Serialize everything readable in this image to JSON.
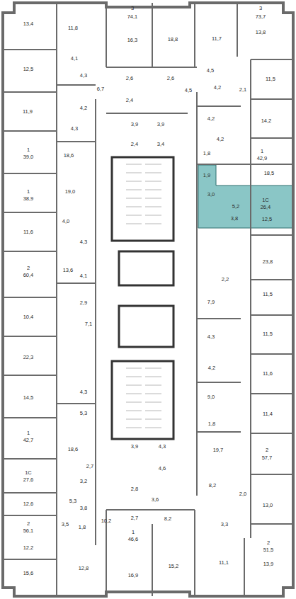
{
  "diagram": {
    "labels": [
      "13,4",
      "11,8",
      "3",
      "74,1",
      "16,3",
      "18,8",
      "11,7",
      "3",
      "73,7",
      "13,8",
      "4,1",
      "4,5",
      "11,5",
      "12,5",
      "4,3",
      "6,7",
      "2,6",
      "2,6",
      "4,5",
      "2,4",
      "4,2",
      "4,2",
      "2,1",
      "11,9",
      "4,3",
      "4,2",
      "14,2",
      "3,9",
      "3,9",
      "4,2",
      "2,4",
      "3,4",
      "1",
      "39,0",
      "18,6",
      "1,8",
      "1",
      "42,9",
      "18,5",
      "1,9",
      "3,0",
      "1",
      "38,9",
      "19,0",
      "5,2",
      "1С",
      "26,4",
      "3,8",
      "12,5",
      "4,0",
      "4,3",
      "11,6",
      "23,8",
      "2",
      "60,4",
      "13,6",
      "4,1",
      "2,2",
      "11,5",
      "2,9",
      "7,9",
      "10,4",
      "7,1",
      "11,5",
      "4,3",
      "22,3",
      "4,2",
      "11,6",
      "4,3",
      "14,5",
      "9,0",
      "11,4",
      "5,3",
      "1,8",
      "1",
      "42,7",
      "18,6",
      "19,7",
      "2",
      "57,7",
      "3,9",
      "4,3",
      "2,7",
      "4,6",
      "3,2",
      "1С",
      "27,6",
      "5,3",
      "3,8",
      "12,6",
      "8,2",
      "2,8",
      "3,6",
      "2,0",
      "13,0",
      "2",
      "56,1",
      "3,5",
      "1,8",
      "10,2",
      "2,7",
      "8,2",
      "3,3",
      "12,2",
      "1",
      "46,6",
      "11,1",
      "2",
      "51,5",
      "13,9",
      "15,6",
      "12,8",
      "16,9",
      "15,2"
    ]
  }
}
